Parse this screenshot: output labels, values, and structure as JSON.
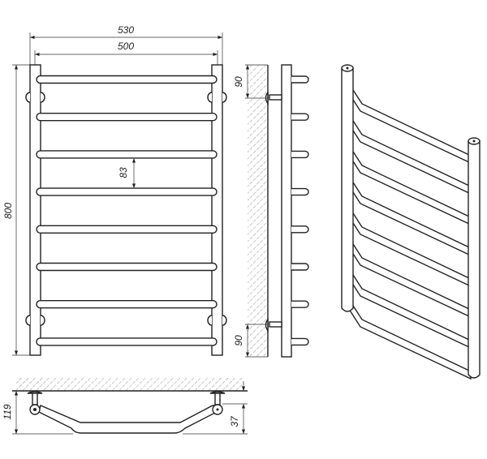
{
  "dimensions": {
    "overall_width": "530",
    "center_width": "500",
    "bar_spacing": "83",
    "height": "800",
    "top_mount_offset": "90",
    "bottom_mount_offset": "90",
    "depth": "119",
    "pipe_offset": "37"
  },
  "colors": {
    "line": "#222222",
    "background": "#ffffff"
  }
}
